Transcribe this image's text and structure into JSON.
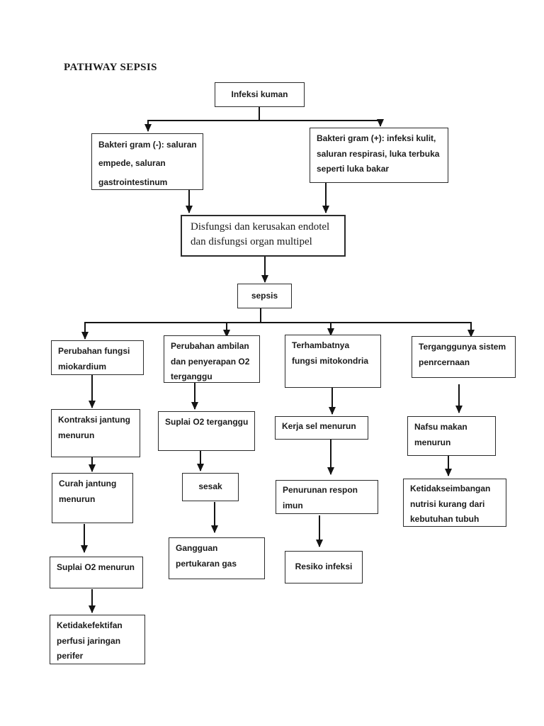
{
  "title": "PATHWAY SEPSIS",
  "colors": {
    "background": "#ffffff",
    "line": "#141414",
    "box_border": "#2b2b2b",
    "text": "#1b1b1b"
  },
  "diagram_type": "flowchart",
  "nodes": {
    "infeksi_kuman": {
      "label": "Infeksi kuman"
    },
    "bakteri_gram_negatif": {
      "label": "Bakteri gram (-): saluran\nempede, saluran\ngastrointestinum"
    },
    "bakteri_gram_positif": {
      "label": "Bakteri gram (+): infeksi kulit,\nsaluran respirasi, luka terbuka\nseperti luka bakar"
    },
    "disfungsi_endotel": {
      "label": "Disfungsi dan kerusakan endotel\ndan disfungsi organ multipel"
    },
    "sepsis": {
      "label": "sepsis"
    },
    "perubahan_fungsi_miokardium": {
      "label": "Perubahan fungsi\nmiokardium"
    },
    "perubahan_ambilan_o2": {
      "label": "Perubahan ambilan\ndan penyerapan O2\nterganggu"
    },
    "terhambatnya_fungsi_mitokondria": {
      "label": "Terhambatnya\nfungsi mitokondria"
    },
    "terganggunya_sistem_pencernaan": {
      "label": "Terganggunya sistem\npenrcernaan"
    },
    "kontraksi_jantung_menurun": {
      "label": "Kontraksi jantung\nmenurun"
    },
    "curah_jantung_menurun": {
      "label": "Curah jantung\nmenurun"
    },
    "suplai_o2_menurun": {
      "label": "Suplai O2 menurun"
    },
    "ketidakefektifan_perfusi": {
      "label": "Ketidakefektifan\nperfusi jaringan\nperifer"
    },
    "suplai_o2_terganggu": {
      "label": "Suplai O2 terganggu"
    },
    "sesak": {
      "label": "sesak"
    },
    "gangguan_pertukaran_gas": {
      "label": "Gangguan\npertukaran gas"
    },
    "kerja_sel_menurun": {
      "label": "Kerja sel menurun"
    },
    "penurunan_respon_imun": {
      "label": "Penurunan respon\nimun"
    },
    "resiko_infeksi": {
      "label": "Resiko infeksi"
    },
    "nafsu_makan_menurun": {
      "label": "Nafsu makan\nmenurun"
    },
    "ketidakseimbangan_nutrisi": {
      "label": "Ketidakseimbangan\nnutrisi kurang dari\nkebutuhan tubuh"
    }
  },
  "edges": [
    {
      "from": "infeksi_kuman",
      "to": "bakteri_gram_negatif"
    },
    {
      "from": "infeksi_kuman",
      "to": "bakteri_gram_positif"
    },
    {
      "from": "bakteri_gram_negatif",
      "to": "disfungsi_endotel"
    },
    {
      "from": "bakteri_gram_positif",
      "to": "disfungsi_endotel"
    },
    {
      "from": "disfungsi_endotel",
      "to": "sepsis"
    },
    {
      "from": "sepsis",
      "to": "perubahan_fungsi_miokardium"
    },
    {
      "from": "sepsis",
      "to": "perubahan_ambilan_o2"
    },
    {
      "from": "sepsis",
      "to": "terhambatnya_fungsi_mitokondria"
    },
    {
      "from": "sepsis",
      "to": "terganggunya_sistem_pencernaan"
    },
    {
      "from": "perubahan_fungsi_miokardium",
      "to": "kontraksi_jantung_menurun"
    },
    {
      "from": "kontraksi_jantung_menurun",
      "to": "curah_jantung_menurun"
    },
    {
      "from": "curah_jantung_menurun",
      "to": "suplai_o2_menurun"
    },
    {
      "from": "suplai_o2_menurun",
      "to": "ketidakefektifan_perfusi"
    },
    {
      "from": "perubahan_ambilan_o2",
      "to": "suplai_o2_terganggu"
    },
    {
      "from": "suplai_o2_terganggu",
      "to": "sesak"
    },
    {
      "from": "sesak",
      "to": "gangguan_pertukaran_gas"
    },
    {
      "from": "terhambatnya_fungsi_mitokondria",
      "to": "kerja_sel_menurun"
    },
    {
      "from": "kerja_sel_menurun",
      "to": "penurunan_respon_imun"
    },
    {
      "from": "penurunan_respon_imun",
      "to": "resiko_infeksi"
    },
    {
      "from": "terganggunya_sistem_pencernaan",
      "to": "nafsu_makan_menurun"
    },
    {
      "from": "nafsu_makan_menurun",
      "to": "ketidakseimbangan_nutrisi"
    }
  ]
}
